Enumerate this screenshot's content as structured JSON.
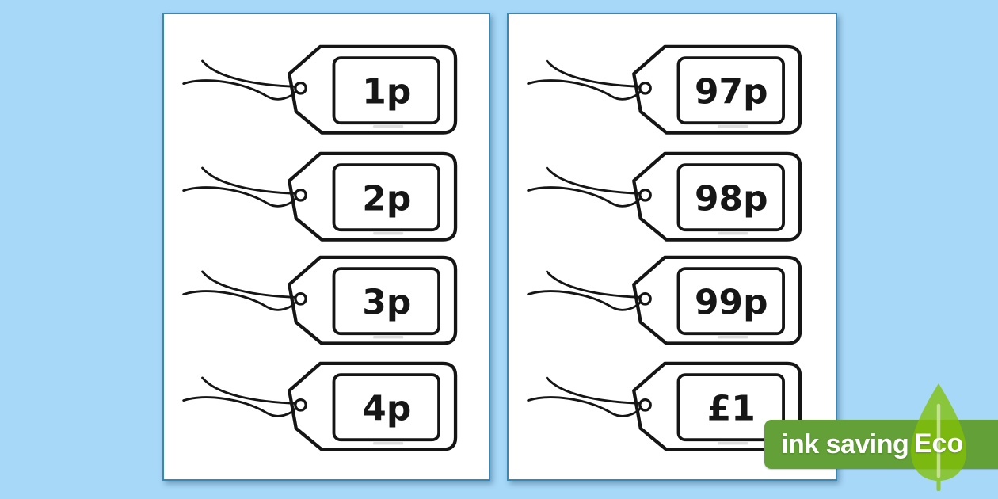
{
  "document": {
    "description": "Printable price tag labels worksheet, two pages",
    "colors": {
      "background": "#a8d8f8",
      "page_border": "#3b87b4",
      "tag_line": "#151515",
      "badge_green": "#64a038",
      "leaf_green": "#81c005",
      "leaf_stem_light": "#cfe6a0",
      "badge_text": "#ffffff"
    }
  },
  "pages": [
    {
      "name": "page-1",
      "tags": [
        {
          "label": "1p"
        },
        {
          "label": "2p"
        },
        {
          "label": "3p"
        },
        {
          "label": "4p"
        }
      ]
    },
    {
      "name": "page-2",
      "tags": [
        {
          "label": "97p"
        },
        {
          "label": "98p"
        },
        {
          "label": "99p"
        },
        {
          "label": "£1"
        }
      ]
    }
  ],
  "badge": {
    "ink_saving_label": "ink saving",
    "eco_label": "Eco"
  }
}
